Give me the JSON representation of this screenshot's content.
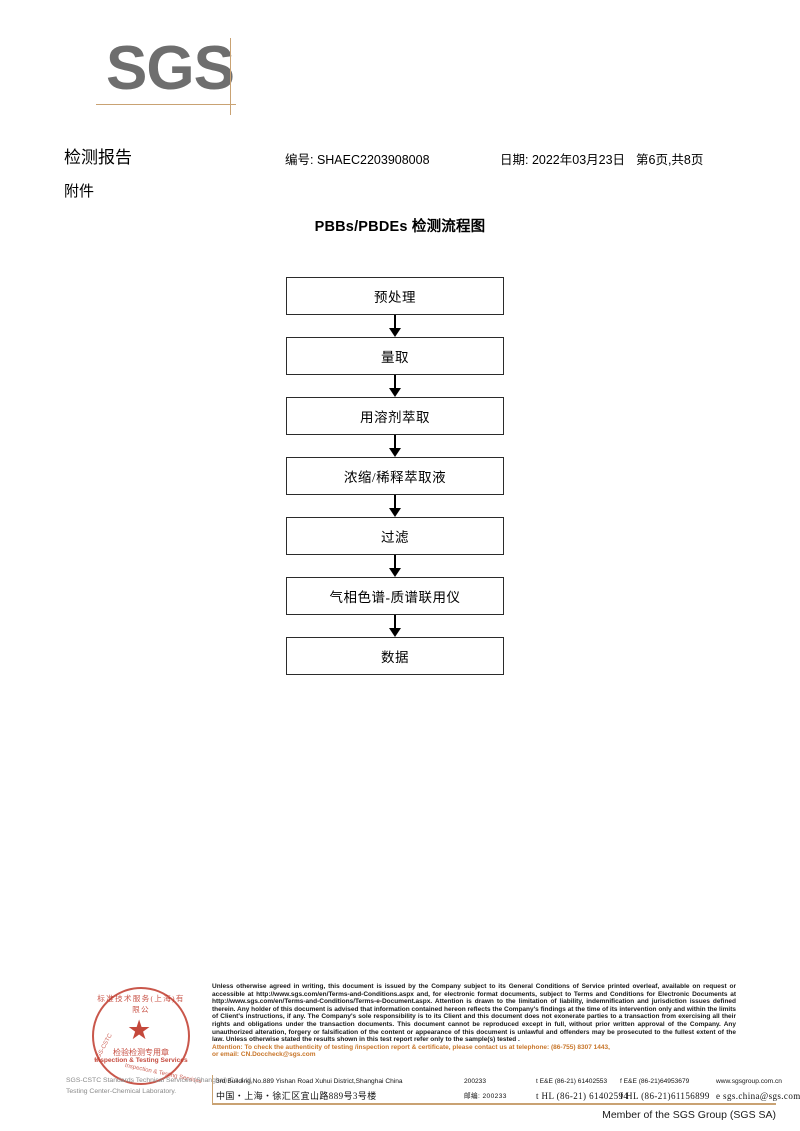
{
  "logo": {
    "text": "SGS",
    "rule_color": "#c9a273",
    "text_color": "#6e6e6e"
  },
  "header": {
    "title": "检测报告",
    "subtitle": "附件",
    "report_no": "编号: SHAEC2203908008",
    "date": "日期: 2022年03月23日",
    "page": "第6页,共8页"
  },
  "flowchart": {
    "title": "PBBs/PBDEs 检测流程图",
    "steps": [
      {
        "label": "预处理"
      },
      {
        "label": "量取"
      },
      {
        "label": "用溶剂萃取"
      },
      {
        "label": "浓缩/稀释萃取液"
      },
      {
        "label": "过滤"
      },
      {
        "label": "气相色谱-质谱联用仪"
      },
      {
        "label": "数据"
      }
    ]
  },
  "seal": {
    "top_arc_cn": "标准技术服务(上海)有限公",
    "label_cn": "检验检测专用章",
    "label_en": "Inspection & Testing Services",
    "arc_en_left": "SGS-CSTC",
    "arc_en_bottom": "Inspection & Testing Services",
    "overlay_line1": "SGS-CSTC Standards Technical Services (Shanghai) Co.,Ltd.",
    "overlay_line2": "Testing Center-Chemical Laboratory.",
    "star": "★",
    "color": "#c0392b"
  },
  "footer": {
    "legal_text": "Unless otherwise agreed in writing, this document is issued by the Company subject to its General Conditions of Service printed overleaf, available on request or accessible at http://www.sgs.com/en/Terms-and-Conditions.aspx and, for electronic format documents, subject to Terms and Conditions for Electronic Documents at http://www.sgs.com/en/Terms-and-Conditions/Terms-e-Document.aspx. Attention is drawn to the limitation of liability, indemnification and jurisdiction issues defined therein. Any holder of this document is advised that information contained hereon reflects the Company's findings at the time of its intervention only and within the limits of Client's instructions, if any. The Company's sole responsibility is to its Client and this document does not exonerate parties to a transaction from exercising all their rights and obligations under the transaction documents. This document cannot be reproduced except in full, without prior written approval of the Company. Any unauthorized alteration, forgery or falsification of the content or appearance of this document is unlawful and offenders may be prosecuted to the fullest extent of the law. Unless otherwise stated the results shown in this test report refer only to the sample(s) tested .",
    "attention_line1": "Attention: To check the authenticity of testing /inspection report & certificate, please contact us at telephone: (86-755) 8307 1443,",
    "attention_line2": "or email: CN.Doccheck@sgs.com",
    "attention_color": "#c8762a",
    "address_rows": [
      {
        "address": "3rd Building,No.889 Yishan Road Xuhui District,Shanghai China",
        "zip": "200233",
        "tel": "t E&E (86-21) 61402553",
        "fax": "f E&E (86-21)64953679",
        "web": "www.sgsgroup.com.cn"
      },
      {
        "address": "中国・上海・徐汇区宜山路889号3号楼",
        "zip": "邮编: 200233",
        "tel": "t HL (86-21) 61402594",
        "fax": "f HL (86-21)61156899",
        "web": "e sgs.china@sgs.com"
      }
    ],
    "member_line": "Member of the SGS Group (SGS SA)",
    "rule_color": "#c9a273"
  }
}
